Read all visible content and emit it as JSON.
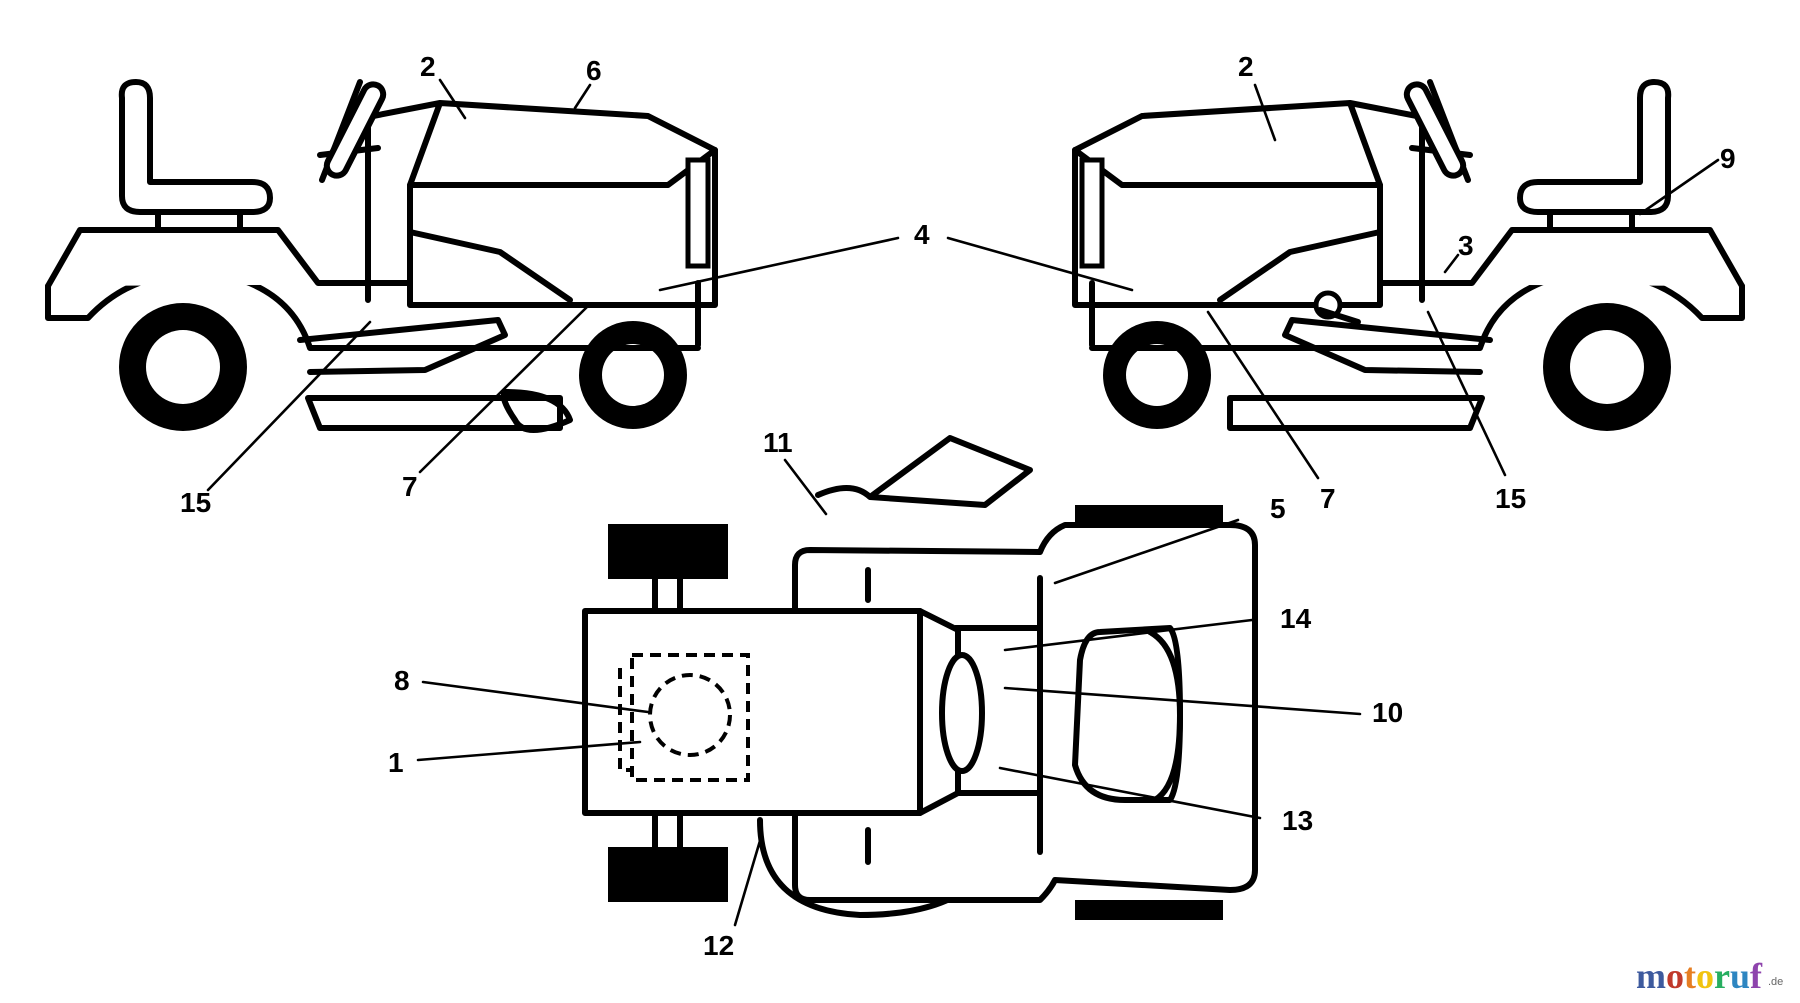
{
  "diagram": {
    "callouts": {
      "c2_left": "2",
      "c6": "6",
      "c4": "4",
      "c15_left": "15",
      "c7_left": "7",
      "c2_right": "2",
      "c9": "9",
      "c3": "3",
      "c7_right": "7",
      "c15_right": "15",
      "c11": "11",
      "c5": "5",
      "c14": "14",
      "c8": "8",
      "c10": "10",
      "c1": "1",
      "c13": "13",
      "c12": "12"
    }
  },
  "watermark": {
    "text": "motoruf",
    "suffix": ".de",
    "colors": [
      "#3d5a9e",
      "#c0392b",
      "#e67e22",
      "#f1c40f",
      "#27ae60",
      "#2e86c1",
      "#8e44ad"
    ]
  }
}
